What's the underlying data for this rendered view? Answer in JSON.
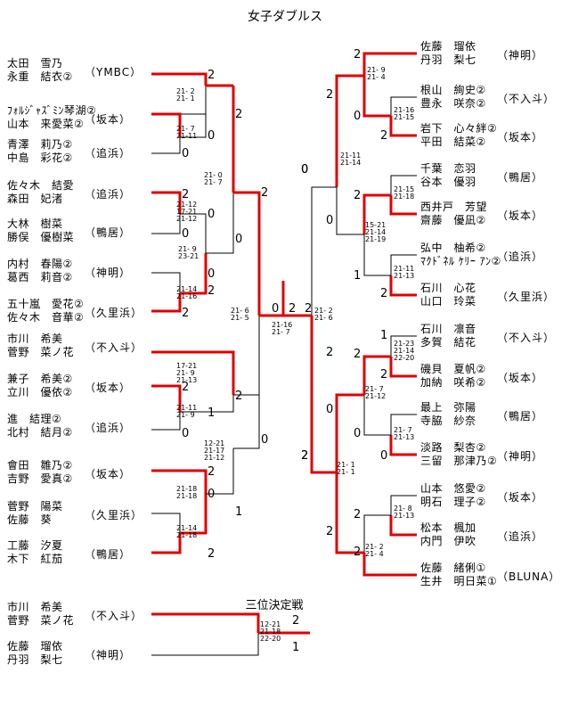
{
  "title": "女子ダブルス",
  "third_place_title": "三位決定戦",
  "left": [
    {
      "p1": "太田　雪乃",
      "p2": "永重　結衣②",
      "club": "（YMBC）"
    },
    {
      "p1": "ﾌｫﾙｼﾞｬｽﾞﾐﾝ琴湖②",
      "p2": "山本　来愛菜②",
      "club": "（坂本）"
    },
    {
      "p1": "青澤　莉乃②",
      "p2": "中島　彩花②",
      "club": "（追浜）"
    },
    {
      "p1": "佐々木　結愛",
      "p2": "森田　妃渚",
      "club": "（追浜）"
    },
    {
      "p1": "大林　樹菜",
      "p2": "勝俣　優樹菜",
      "club": "（鴨居）"
    },
    {
      "p1": "内村　春陽②",
      "p2": "葛西　莉音②",
      "club": "（神明）"
    },
    {
      "p1": "五十嵐　愛花②",
      "p2": "佐々木　音華②",
      "club": "（久里浜）"
    },
    {
      "p1": "市川　希美",
      "p2": "菅野　菜ノ花",
      "club": "（不入斗）"
    },
    {
      "p1": "兼子　希美②",
      "p2": "立川　優依②",
      "club": "（坂本）"
    },
    {
      "p1": "進　結理②",
      "p2": "北村　結月②",
      "club": "（追浜）"
    },
    {
      "p1": "會田　雛乃②",
      "p2": "吉野　愛真②",
      "club": "（坂本）"
    },
    {
      "p1": "菅野　陽菜",
      "p2": "佐藤　葵",
      "club": "（久里浜）"
    },
    {
      "p1": "工藤　汐夏",
      "p2": "木下　紅茄",
      "club": "（鴨居）"
    }
  ],
  "right": [
    {
      "p1": "佐藤　瑠依",
      "p2": "丹羽　梨七",
      "club": "（神明）"
    },
    {
      "p1": "根山　絢史②",
      "p2": "豊永　咲奈②",
      "club": "（不入斗）"
    },
    {
      "p1": "岩下　心々絆②",
      "p2": "平田　結菜②",
      "club": "（坂本）"
    },
    {
      "p1": "千葉　恋羽",
      "p2": "谷本　優羽",
      "club": "（鴨居）"
    },
    {
      "p1": "西井戸　芳望",
      "p2": "齋藤　優凪②",
      "club": "（坂本）"
    },
    {
      "p1": "弘中　柚希②",
      "p2": "ﾏｸﾄﾞﾈﾙ ｹﾘｰ ｱﾝ②",
      "club": "（追浜）"
    },
    {
      "p1": "石川　心花",
      "p2": "山口　玲菜",
      "club": "（久里浜）"
    },
    {
      "p1": "石川　凛音",
      "p2": "多賀　結花",
      "club": "（不入斗）"
    },
    {
      "p1": "磯貝　夏帆②",
      "p2": "加納　咲希②",
      "club": "（坂本）"
    },
    {
      "p1": "最上　弥陽",
      "p2": "寺脇　紗奈",
      "club": "（鴨居）"
    },
    {
      "p1": "淡路　梨杏②",
      "p2": "三留　那津乃②",
      "club": "（神明）"
    },
    {
      "p1": "山本　悠愛②",
      "p2": "明石　理子②",
      "club": "（坂本）"
    },
    {
      "p1": "松本　楓加",
      "p2": "内門　伊吹",
      "club": "（追浜）"
    },
    {
      "p1": "佐藤　緒俐①",
      "p2": "生井　明日菜①",
      "club": "（BLUNA）"
    }
  ],
  "third_place": [
    {
      "p1": "市川　希美",
      "p2": "菅野　菜ノ花",
      "club": "（不入斗）"
    },
    {
      "p1": "佐藤　瑠依",
      "p2": "丹羽　梨七",
      "club": "（神明）"
    }
  ],
  "scores": {
    "l1": "2",
    "l2": "0",
    "l3": "0",
    "l4": "2",
    "l5": "0",
    "l6": "0",
    "l7": "2",
    "l8": "2",
    "l9": "2",
    "l10": "1",
    "l11": "0",
    "l12": "0",
    "l13": "2",
    "lr2a": "2",
    "lr2b": "0",
    "lr2c": "0",
    "lr2d": "2",
    "lr2e": "2",
    "lr2f": "1",
    "lr3a": "2",
    "lr3b": "0",
    "lf_top": "0",
    "lf_bot": "2",
    "r1": "2",
    "r2": "0",
    "r3": "2",
    "r4": "2",
    "r5": "1",
    "r6": "2",
    "r7": "1",
    "r8": "2",
    "r9": "2",
    "r10": "0",
    "r11": "0",
    "r12": "2",
    "r13": "2",
    "rr2a": "2",
    "rr2b": "0",
    "rr2c": "0",
    "rr2d": "2",
    "rr2e": "0",
    "rr2f": "2",
    "rr3a": "0",
    "rr3b": "2",
    "rf_top": "2",
    "rf_bot": "2",
    "third_a": "2",
    "third_b": "1"
  },
  "games": {
    "l_r1_a": "21- 2\n21- 1",
    "l_r1_b": "21- 7\n21-11",
    "l_r2_a": "21- 0\n21- 7",
    "l_r1_c": "21-12\n17-21\n21-12",
    "l_r2_b": "21- 9\n23-21",
    "l_r1_d": "21-14\n21-16",
    "l_r1_e": "17-21\n21- 9\n21-13",
    "l_r1_f": "21-11\n21- 9",
    "l_r2_c": "12-21\n21-17\n21-12",
    "l_r1_g": "21-18\n21-18",
    "l_r1_h": "21-14\n21-18",
    "l_semi": "21- 6\n21- 5",
    "final": "21-16\n21- 7",
    "r_semi": "21- 2\n21- 6",
    "r_r1_a": "21- 9\n21- 4",
    "r_r1_b": "21-16\n21-15",
    "r_r2_a": "21-11\n21-14",
    "r_r1_c": "21-15\n21-18",
    "r_r2_b": "15-21\n21-14\n21-19",
    "r_r1_d": "21-11\n21-13",
    "r_r1_e": "21-23\n21-14\n22-20",
    "r_r2_c": "21- 7\n21-12",
    "r_r1_f": "21- 7\n21-13",
    "r_r2_d": "21- 1\n21- 1",
    "r_r1_g": "21- 8\n21-13",
    "r_r1_h": "21- 2\n21- 4",
    "third": "12-21\n21-18\n22-20"
  }
}
